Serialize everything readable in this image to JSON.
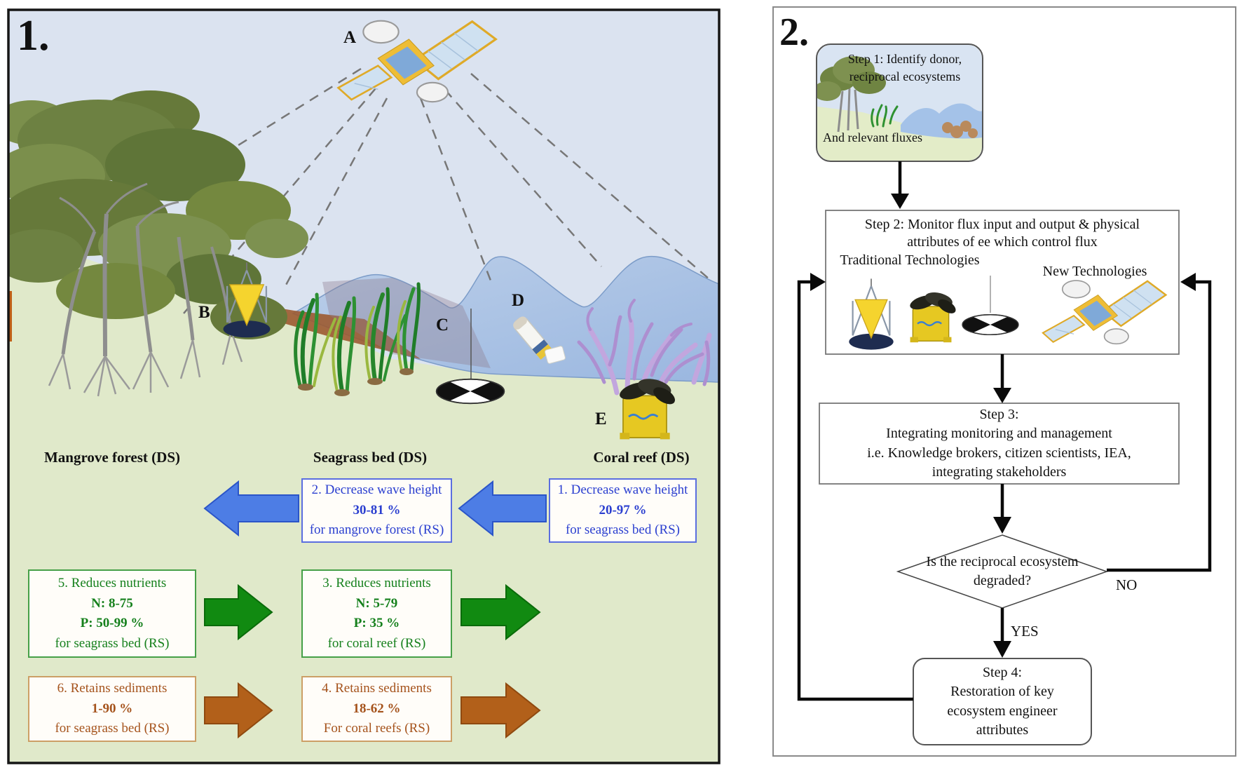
{
  "panel1": {
    "label": "1.",
    "markers": {
      "satellite": "A",
      "sediment_trap": "B",
      "secchi_disk": "C",
      "sampler": "D",
      "current_meter": "E"
    },
    "ecosystems": {
      "mangrove": "Mangrove forest (DS)",
      "seagrass": "Seagrass bed (DS)",
      "coral": "Coral reef (DS)"
    },
    "flux_boxes": {
      "box1": {
        "title": "1. Decrease wave height",
        "value": "20-97  %",
        "target": "for seagrass bed (RS)"
      },
      "box2": {
        "title": "2.  Decrease wave height",
        "value": "30-81 %",
        "target": "for mangrove forest (RS)"
      },
      "box3": {
        "title": "3. Reduces nutrients",
        "n": "N: 5-79",
        "p": "P: 35 %",
        "target": "for coral reef (RS)"
      },
      "box4": {
        "title": "4. Retains sediments",
        "value": "18-62  %",
        "target": "For coral reefs (RS)"
      },
      "box5": {
        "title": "5.  Reduces nutrients",
        "n": "N: 8-75",
        "p": "P: 50-99 %",
        "target": "for seagrass bed (RS)"
      },
      "box6": {
        "title": "6. Retains sediments",
        "value": "1-90  %",
        "target": "for seagrass bed (RS)"
      }
    },
    "colors": {
      "wave_flux_text": "#2b3fd0",
      "wave_flux_arrow": "#4d7de5",
      "nutrient_flux_text": "#15801c",
      "nutrient_flux_arrow": "#118a11",
      "sediment_flux_text": "#a5531c",
      "sediment_flux_arrow": "#b2601a",
      "sky": "#dbe3f0",
      "land": "#e0e9ca",
      "water": "#a9c2e6"
    }
  },
  "panel2": {
    "label": "2.",
    "step1": {
      "title_line1": "Step 1: Identify donor,",
      "title_line2": "reciprocal ecosystems",
      "subtitle": "And relevant fluxes"
    },
    "step2": {
      "title_line1": "Step 2:  Monitor flux input and output & physical",
      "title_line2": "attributes of ee which control flux",
      "traditional_label": "Traditional Technologies",
      "new_label": "New Technologies"
    },
    "step3": {
      "line1": "Step 3:",
      "line2": "Integrating monitoring and management",
      "line3": "i.e. Knowledge brokers, citizen scientists, IEA,",
      "line4": "integrating stakeholders"
    },
    "decision": {
      "line1": "Is the reciprocal ecosystem",
      "line2": "degraded?",
      "yes_label": "YES",
      "no_label": "NO"
    },
    "step4": {
      "line1": "Step 4:",
      "line2": "Restoration of key",
      "line3": "ecosystem engineer",
      "line4": "attributes"
    }
  }
}
